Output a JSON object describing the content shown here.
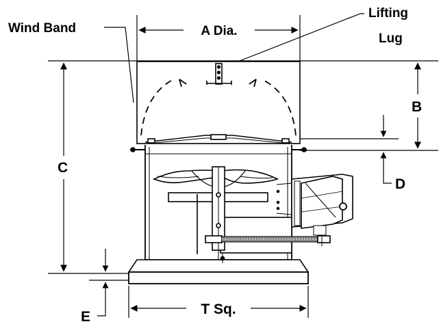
{
  "labels": {
    "wind_band": "Wind Band",
    "a_dia": "A Dia.",
    "lifting_line1": "Lifting",
    "lifting_line2": "Lug",
    "b": "B",
    "c": "C",
    "d": "D",
    "e": "E",
    "t_sq": "T Sq."
  },
  "colors": {
    "ink": "#000000",
    "paper": "#ffffff",
    "shade": "#dddddd"
  }
}
